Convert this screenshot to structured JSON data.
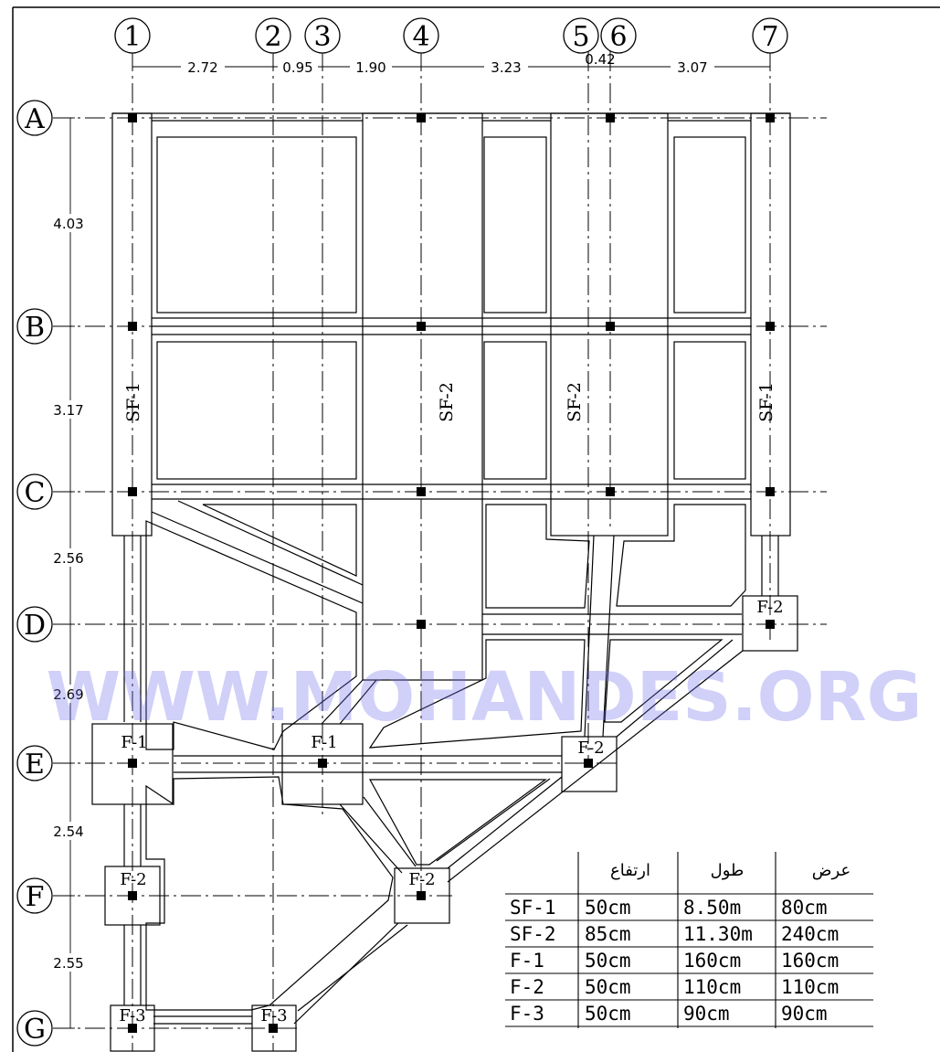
{
  "grid": {
    "columns": [
      "1",
      "2",
      "3",
      "4",
      "5",
      "6",
      "7"
    ],
    "rows": [
      "A",
      "B",
      "C",
      "D",
      "E",
      "F",
      "G"
    ]
  },
  "dimensions": {
    "horizontal": [
      "2.72",
      "0.95",
      "1.90",
      "3.23",
      "0.42",
      "3.07"
    ],
    "vertical": [
      "4.03",
      "3.17",
      "2.56",
      "2.69",
      "2.54",
      "2.55"
    ]
  },
  "strip_footings": [
    "SF-1",
    "SF-2",
    "SF-2",
    "SF-1"
  ],
  "isolated_footings": [
    "F-1",
    "F-1",
    "F-2",
    "F-2",
    "F-2",
    "F-2",
    "F-3",
    "F-3"
  ],
  "watermark": "WWW.MOHANDES.ORG",
  "schedule": {
    "headers": [
      "ارتفاع",
      "طول",
      "عرض"
    ],
    "rows": [
      {
        "type": "SF-1",
        "height": "50cm",
        "length": "8.50m",
        "width": "80cm"
      },
      {
        "type": "SF-2",
        "height": "85cm",
        "length": "11.30m",
        "width": "240cm"
      },
      {
        "type": "F-1",
        "height": "50cm",
        "length": "160cm",
        "width": "160cm"
      },
      {
        "type": "F-2",
        "height": "50cm",
        "length": "110cm",
        "width": "110cm"
      },
      {
        "type": "F-3",
        "height": "50cm",
        "length": "90cm",
        "width": "90cm"
      }
    ]
  }
}
